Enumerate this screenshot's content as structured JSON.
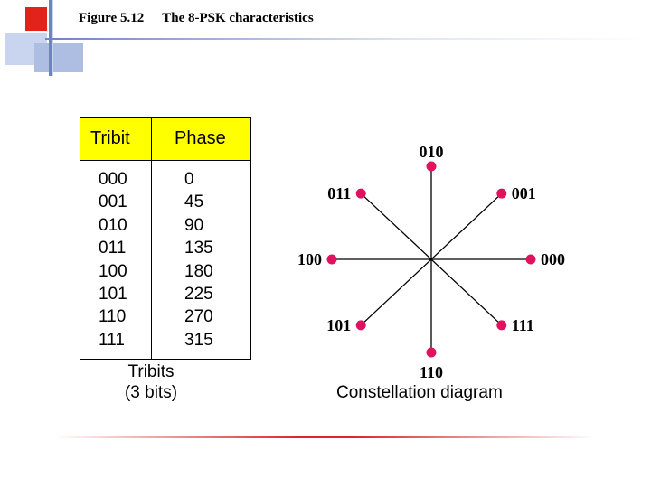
{
  "header": {
    "figure_label": "Figure 5.12",
    "title": "The 8-PSK characteristics"
  },
  "table": {
    "headers": [
      "Tribit",
      "Phase"
    ],
    "rows": [
      [
        "000",
        "0"
      ],
      [
        "001",
        "45"
      ],
      [
        "010",
        "90"
      ],
      [
        "011",
        "135"
      ],
      [
        "100",
        "180"
      ],
      [
        "101",
        "225"
      ],
      [
        "110",
        "270"
      ],
      [
        "111",
        "315"
      ]
    ],
    "caption": [
      "Tribits",
      "(3 bits)"
    ],
    "header_color": "#ffff00"
  },
  "constellation": {
    "caption": "Constellation diagram",
    "points": [
      {
        "label": "000",
        "phase": 0
      },
      {
        "label": "001",
        "phase": 45
      },
      {
        "label": "010",
        "phase": 90
      },
      {
        "label": "011",
        "phase": 135
      },
      {
        "label": "100",
        "phase": 180
      },
      {
        "label": "101",
        "phase": 225
      },
      {
        "label": "110",
        "phase": 270
      },
      {
        "label": "111",
        "phase": 315
      }
    ],
    "point_color": "#e0115f"
  },
  "theme": {
    "accent_red": "#e2231a",
    "accent_blue": "#6e83c3"
  }
}
